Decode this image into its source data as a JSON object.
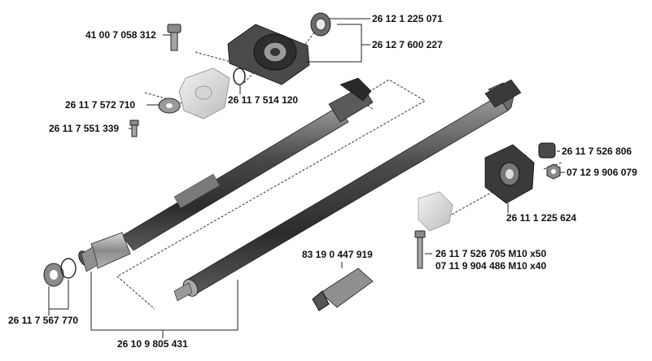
{
  "diagram": {
    "part_numbers": {
      "bolt_top": "41 00 7 058 312",
      "bearing_ring": "26 12 1 225 071",
      "center_bearing": "26 12 7 600 227",
      "flange_yoke": "26 11 7 572 710",
      "o_ring": "26 11 7 514 120",
      "screw_small": "26 11 7 551 339",
      "sleeve": "26 11 7 526 806",
      "nut": "07 12 9 906 079",
      "flex_disc": "26 11 1 225 624",
      "bolt_m10_x50": "26 11 7 526 705 M10 x50",
      "bolt_m10_x40": "07 11 9 904 486 M10 x40",
      "grease_tube": "83 19 0 447 919",
      "collar_nut": "26 11 7 567 770",
      "propshaft_assembly": "26 10 9 805 431"
    }
  }
}
